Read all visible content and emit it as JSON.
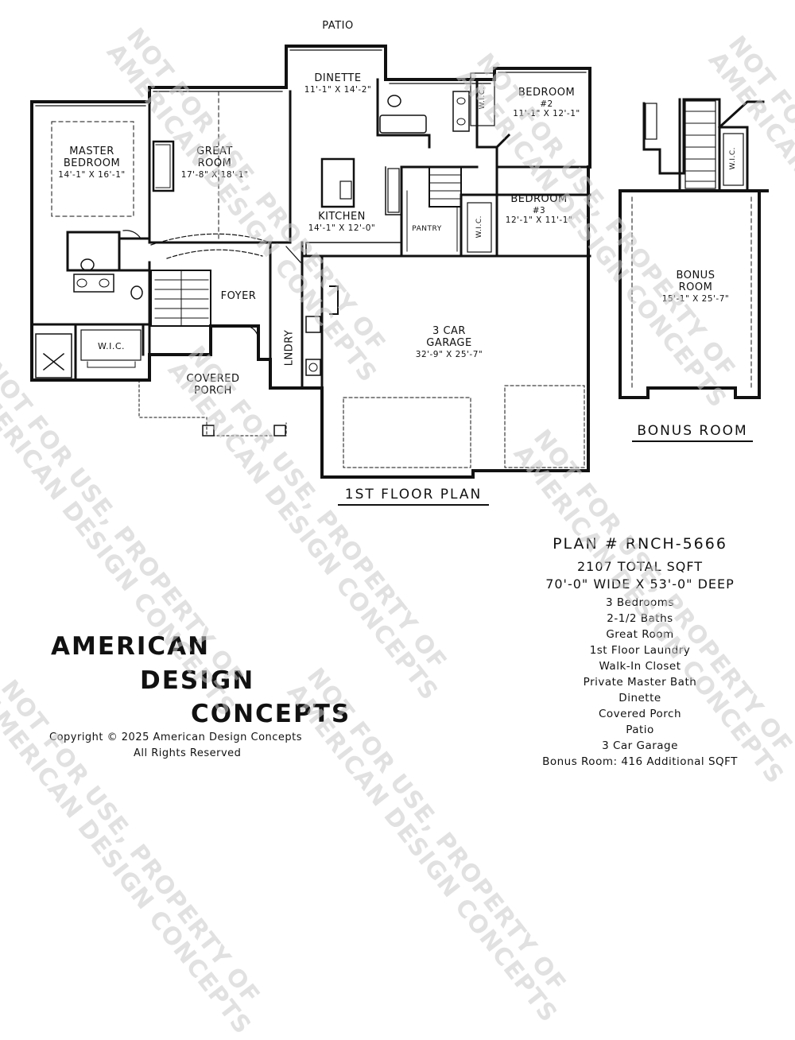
{
  "rooms": {
    "patio": "PATIO",
    "dinette": {
      "name": "DINETTE",
      "dim": "11'-1\" X 14'-2\""
    },
    "bedroom2": {
      "name": "BEDROOM",
      "num": "#2",
      "dim": "11'-1\" X 12'-1\""
    },
    "master": {
      "name1": "MASTER",
      "name2": "BEDROOM",
      "dim": "14'-1\" X 16'-1\""
    },
    "great_room": {
      "name1": "GREAT",
      "name2": "ROOM",
      "dim": "17'-8\" X 18'-1\""
    },
    "kitchen": {
      "name": "KITCHEN",
      "dim": "14'-1\" X 12'-0\""
    },
    "bedroom3": {
      "name": "BEDROOM",
      "num": "#3",
      "dim": "12'-1\" X 11'-1\""
    },
    "pantry": "PANTRY",
    "foyer": "FOYER",
    "wic_master": "W.I.C.",
    "wic_bed2": "W.I.C.",
    "wic_bed3": "W.I.C.",
    "wic_bonus": "W.I.C.",
    "laundry": "LNDRY",
    "covered_porch": {
      "name1": "COVERED",
      "name2": "PORCH"
    },
    "garage": {
      "name1": "3 CAR",
      "name2": "GARAGE",
      "dim": "32'-9\" X 25'-7\""
    },
    "bonus_room": {
      "name1": "BONUS",
      "name2": "ROOM",
      "dim": "15'-1\" X 25'-7\""
    }
  },
  "captions": {
    "first_floor": "1ST FLOOR PLAN",
    "bonus": "BONUS ROOM"
  },
  "info": {
    "plan_number": "PLAN # RNCH-5666",
    "total_sqft": "2107 TOTAL SQFT",
    "dimensions": "70'-0\" WIDE X 53'-0\" DEEP",
    "features": [
      "3 Bedrooms",
      "2-1/2 Baths",
      "Great Room",
      "1st Floor Laundry",
      "Walk-In Closet",
      "Private Master Bath",
      "Dinette",
      "Covered Porch",
      "Patio",
      "3 Car Garage",
      "Bonus Room: 416 Additional SQFT"
    ]
  },
  "brand": {
    "line1": "AMERICAN",
    "line2": "DESIGN",
    "line3": "CONCEPTS",
    "copyright": "Copyright © 2025 American Design Concepts",
    "rights": "All Rights Reserved"
  },
  "watermark": {
    "line1": "NOT FOR USE, PROPERTY OF",
    "line2": "AMERICAN DESIGN CONCEPTS"
  }
}
